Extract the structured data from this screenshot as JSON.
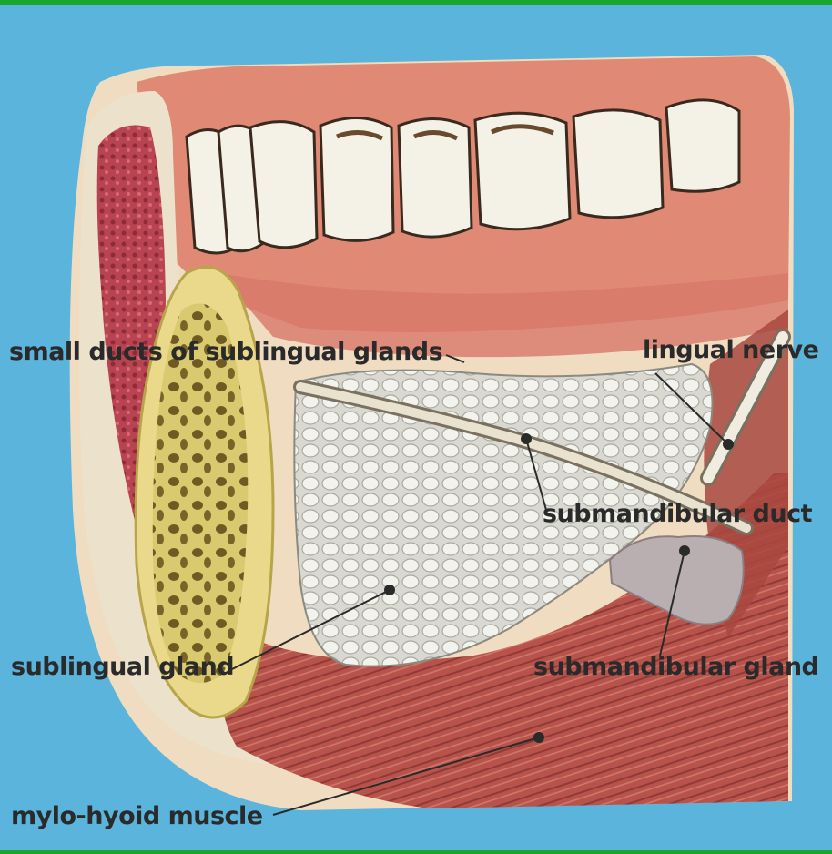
{
  "labels": {
    "small_ducts": "small ducts of sublingual glands",
    "lingual_nerve": "lingual nerve",
    "submandibular_duct": "submandibular duct",
    "sublingual_gland": "sublingual gland",
    "submandibular_gland": "submandibular gland",
    "mylohyoid_muscle": "mylo-hyoid muscle"
  },
  "colors": {
    "background": "#5ab4dc",
    "border": "#1aa62a",
    "gum": "#e3907a",
    "muscle": "#b5564e",
    "bone": "#e6d78c",
    "gland": "#e9e9e4",
    "tooth": "#f4f1e6"
  }
}
